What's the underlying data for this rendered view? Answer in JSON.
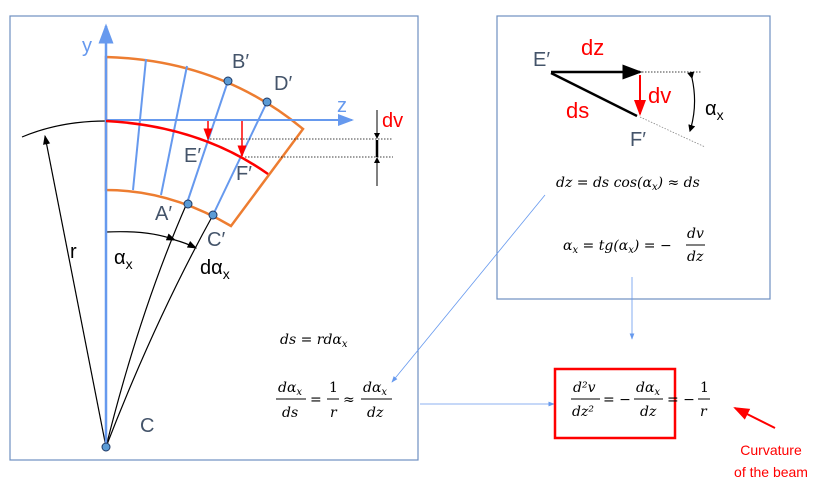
{
  "diagram": {
    "labels": {
      "y": "y",
      "z": "z",
      "b": "B′",
      "d": "D′",
      "e": "E′",
      "f": "F′",
      "a": "A′",
      "c_prime": "C′",
      "r": "r",
      "alpha": "α",
      "alpha_sub": "x",
      "dalpha": "dα",
      "dalpha_sub": "x",
      "c": "C",
      "dv": "dv"
    },
    "formulas": {
      "ds_r": "ds = rdα",
      "ds_r_sub": "x",
      "f1_num1": "dα",
      "f1_den1": "ds",
      "f1_eq": "=",
      "f1_num2": "1",
      "f1_den2": "r",
      "f1_approx": "≈",
      "f1_num3": "dα",
      "f1_den3": "dz",
      "sub_x": "x"
    },
    "triangle": {
      "e": "E′",
      "f": "F′",
      "dz": "dz",
      "dv": "dv",
      "ds": "ds",
      "alpha": "α",
      "alpha_sub": "x"
    },
    "right_formulas": {
      "dz_eq": "dz = ds cos(α",
      "dz_eq_tail": ") ≈   ds",
      "alpha_eq": "α",
      "alpha_eq_mid": " = tg(α",
      "alpha_eq_tail": ") = −",
      "dv": "dv",
      "dz": "dz"
    },
    "result": {
      "num1": "d²v",
      "den1": "dz²",
      "eq1": "= −",
      "num2": "dα",
      "den2": "dz",
      "eq2": "= −",
      "num3": "1",
      "den3": "r"
    },
    "note": {
      "line1": "Curvature",
      "line2": "of the beam"
    },
    "colors": {
      "blue": "#6699ee",
      "orange": "#ed7d31",
      "red": "#ff0000",
      "frame": "#6e8fc0"
    }
  }
}
